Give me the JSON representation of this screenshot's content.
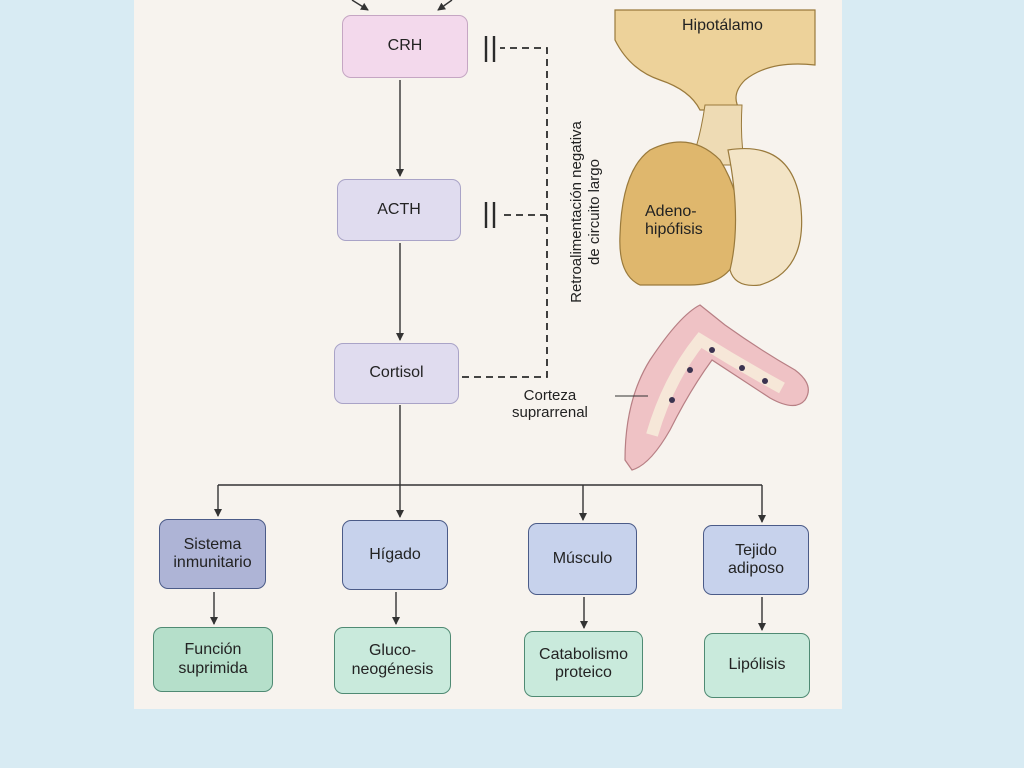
{
  "boxes": {
    "crh": "CRH",
    "acth": "ACTH",
    "cortisol": "Cortisol",
    "sistema_line1": "Sistema",
    "sistema_line2": "inmunitario",
    "higado": "Hígado",
    "musculo": "Músculo",
    "tejido_line1": "Tejido",
    "tejido_line2": "adiposo",
    "funcion_line1": "Función",
    "funcion_line2": "suprimida",
    "gluco_line1": "Gluco-",
    "gluco_line2": "neogénesis",
    "catab_line1": "Catabolismo",
    "catab_line2": "proteico",
    "lipolisis": "Lipólisis"
  },
  "feedback": {
    "line1": "Retroalimentación negativa",
    "line2": "de circuito largo"
  },
  "anatomy": {
    "hipotalamo": "Hipotálamo",
    "adeno_line1": "Adeno-",
    "adeno_line2": "hipófisis",
    "corteza_line1": "Corteza",
    "corteza_line2": "suprarrenal"
  },
  "colors": {
    "page_background": "#d8ebf3",
    "paper": "#f7f3ee",
    "hypothalamus": "#edd29a",
    "adenohypophysis": "#dfb76d",
    "adrenal_cortex": "#efc2c5"
  }
}
